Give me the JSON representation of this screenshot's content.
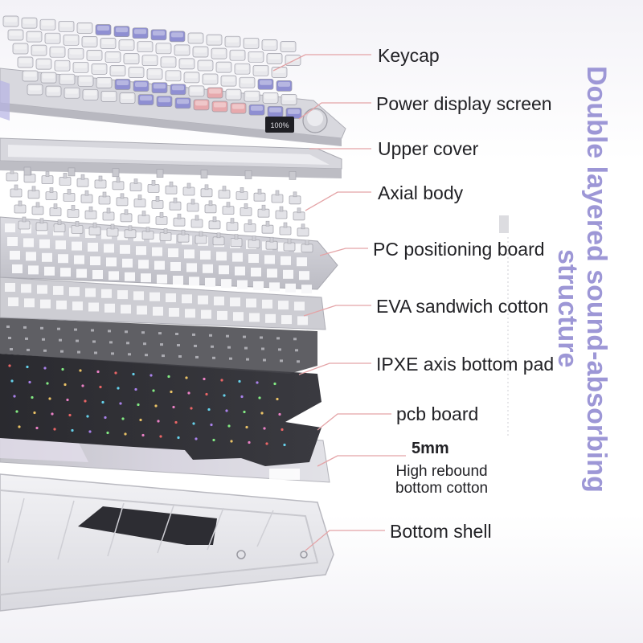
{
  "diagram": {
    "type": "exploded-layer-diagram",
    "title_line1": "Double layered sound-absorbing",
    "title_line2": "structure",
    "layers": [
      {
        "id": "keycap",
        "label": "Keycap"
      },
      {
        "id": "power-display-screen",
        "label": "Power display screen"
      },
      {
        "id": "upper-cover",
        "label": "Upper cover"
      },
      {
        "id": "axial-body",
        "label": "Axial body"
      },
      {
        "id": "pc-positioning-board",
        "label": "PC positioning board"
      },
      {
        "id": "eva-sandwich-cotton",
        "label": "EVA sandwich cotton"
      },
      {
        "id": "ipxe-axis-bottom-pad",
        "label": "IPXE axis bottom pad"
      },
      {
        "id": "pcb-board",
        "label": "pcb board"
      },
      {
        "id": "bottom-cotton",
        "label": "5mm",
        "sublabel_line1": "High rebound",
        "sublabel_line2": "bottom cotton"
      },
      {
        "id": "bottom-shell",
        "label": "Bottom shell"
      }
    ],
    "display_text": "100%",
    "colors": {
      "leader_line": "#e4a3a6",
      "title": "#9d97d6",
      "label": "#222226",
      "keycap_white": "#e8e8ec",
      "keycap_purple": "#8f8fd2",
      "keycap_pink": "#e7a9ad",
      "plate_gray": "#d0d0d6",
      "pcb_black": "#2c2c31"
    }
  }
}
